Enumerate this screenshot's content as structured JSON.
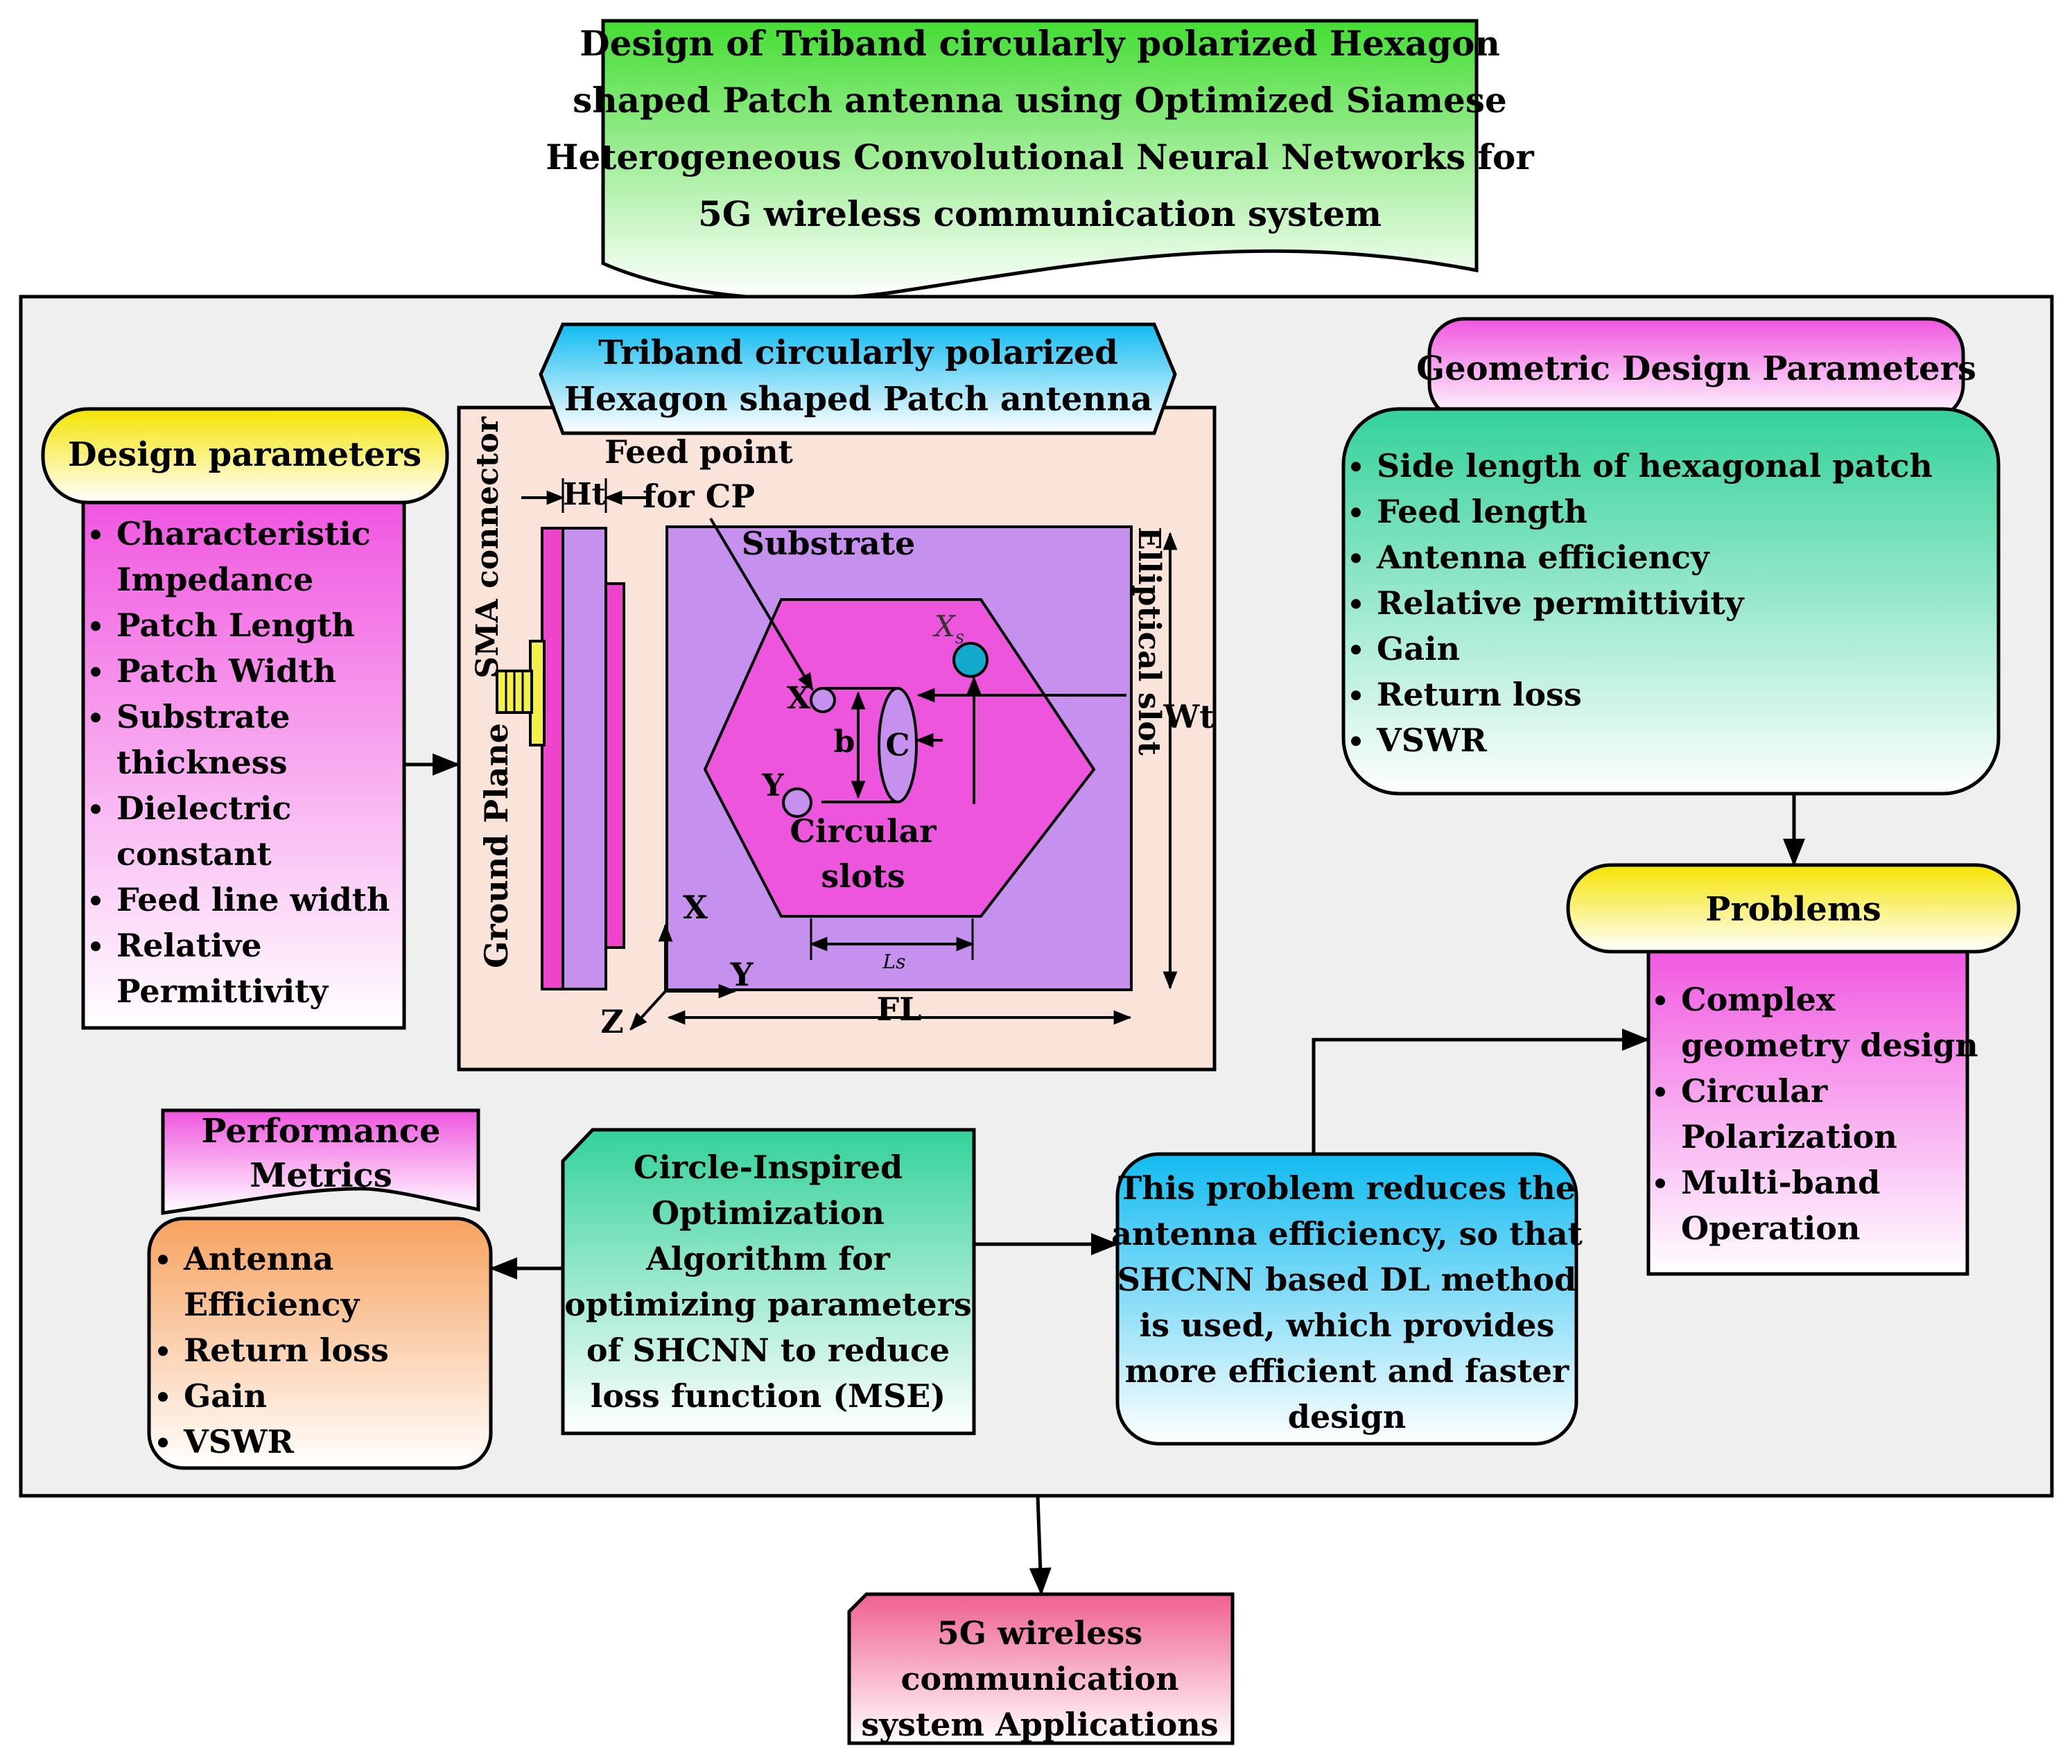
{
  "title": {
    "lines": [
      "Design of Triband circularly polarized Hexagon",
      "shaped Patch antenna using Optimized Siamese",
      "Heterogeneous Convolutional Neural Networks for",
      "5G wireless communication system"
    ]
  },
  "antenna": {
    "title_lines": [
      "Triband circularly polarized",
      "Hexagon shaped Patch antenna"
    ],
    "labels": {
      "sma": "SMA connector",
      "ground": "Ground Plane",
      "ht": "Ht",
      "feed_point_1": "Feed point",
      "feed_point_2": "for CP",
      "substrate": "Substrate",
      "elliptical": "Elliptical slot",
      "wt": "Wt",
      "xs": "X",
      "xs_sub": "s",
      "x_slot": "X",
      "y_slot": "Y",
      "b": "b",
      "c": "C",
      "circ1": "Circular",
      "circ2": "slots",
      "ls": "Ls",
      "axis_x": "X",
      "axis_y": "Y",
      "axis_z": "Z",
      "fl": "FL"
    }
  },
  "design_params": {
    "header": "Design parameters",
    "lines": [
      "Characteristic",
      "Impedance",
      "Patch Length",
      "Patch Width",
      "Substrate",
      "thickness",
      "Dielectric",
      "constant",
      "Feed line width",
      "Relative",
      "Permittivity"
    ],
    "bullets": [
      true,
      false,
      true,
      true,
      true,
      false,
      true,
      false,
      true,
      true,
      false
    ]
  },
  "geometric": {
    "header": "Geometric Design Parameters",
    "lines": [
      "Side length of hexagonal patch",
      "Feed length",
      "Antenna efficiency",
      "Relative permittivity",
      "Gain",
      "Return loss",
      "VSWR"
    ],
    "bullets": [
      true,
      true,
      true,
      true,
      true,
      true,
      true
    ]
  },
  "problems": {
    "header": "Problems",
    "lines": [
      "Complex",
      "geometry design",
      "Circular",
      "Polarization",
      "Multi-band",
      "Operation"
    ],
    "bullets": [
      true,
      false,
      true,
      false,
      true,
      false
    ]
  },
  "performance": {
    "header_lines": [
      "Performance",
      "Metrics"
    ],
    "lines": [
      "Antenna",
      "Efficiency",
      "Return loss",
      "Gain",
      "VSWR"
    ],
    "bullets": [
      true,
      false,
      true,
      true,
      true
    ]
  },
  "cio": {
    "lines": [
      "Circle-Inspired",
      "Optimization",
      "Algorithm for",
      "optimizing parameters",
      "of SHCNN to reduce",
      "loss function (MSE)"
    ]
  },
  "shcnn": {
    "lines": [
      "This problem reduces the",
      "antenna efficiency, so that",
      "SHCNN based DL method",
      "is used, which provides",
      "more efficient and faster",
      "design"
    ]
  },
  "applications": {
    "lines": [
      "5G wireless",
      "communication",
      "system Applications"
    ]
  }
}
